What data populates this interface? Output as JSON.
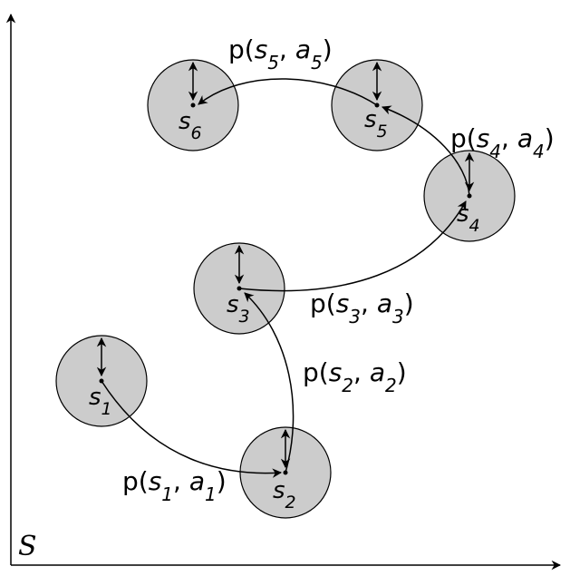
{
  "space_label": "S",
  "colors": {
    "disk_fill": "#cccccc",
    "stroke": "#000000",
    "background": "#ffffff"
  },
  "states": [
    {
      "name": "s",
      "sub": "1"
    },
    {
      "name": "s",
      "sub": "2"
    },
    {
      "name": "s",
      "sub": "3"
    },
    {
      "name": "s",
      "sub": "4"
    },
    {
      "name": "s",
      "sub": "5"
    },
    {
      "name": "s",
      "sub": "6"
    }
  ],
  "transitions": [
    {
      "from": 1,
      "to": 2,
      "prefix": "p(",
      "s": "s",
      "s_sub": "1",
      "sep": ", ",
      "a": "a",
      "a_sub": "1",
      "suffix": ")"
    },
    {
      "from": 2,
      "to": 3,
      "prefix": "p(",
      "s": "s",
      "s_sub": "2",
      "sep": ", ",
      "a": "a",
      "a_sub": "2",
      "suffix": ")"
    },
    {
      "from": 3,
      "to": 4,
      "prefix": "p(",
      "s": "s",
      "s_sub": "3",
      "sep": ", ",
      "a": "a",
      "a_sub": "3",
      "suffix": ")"
    },
    {
      "from": 4,
      "to": 5,
      "prefix": "p(",
      "s": "s",
      "s_sub": "4",
      "sep": ", ",
      "a": "a",
      "a_sub": "4",
      "suffix": ")"
    },
    {
      "from": 5,
      "to": 6,
      "prefix": "p(",
      "s": "s",
      "s_sub": "5",
      "sep": ", ",
      "a": "a",
      "a_sub": "5",
      "suffix": ")"
    }
  ]
}
